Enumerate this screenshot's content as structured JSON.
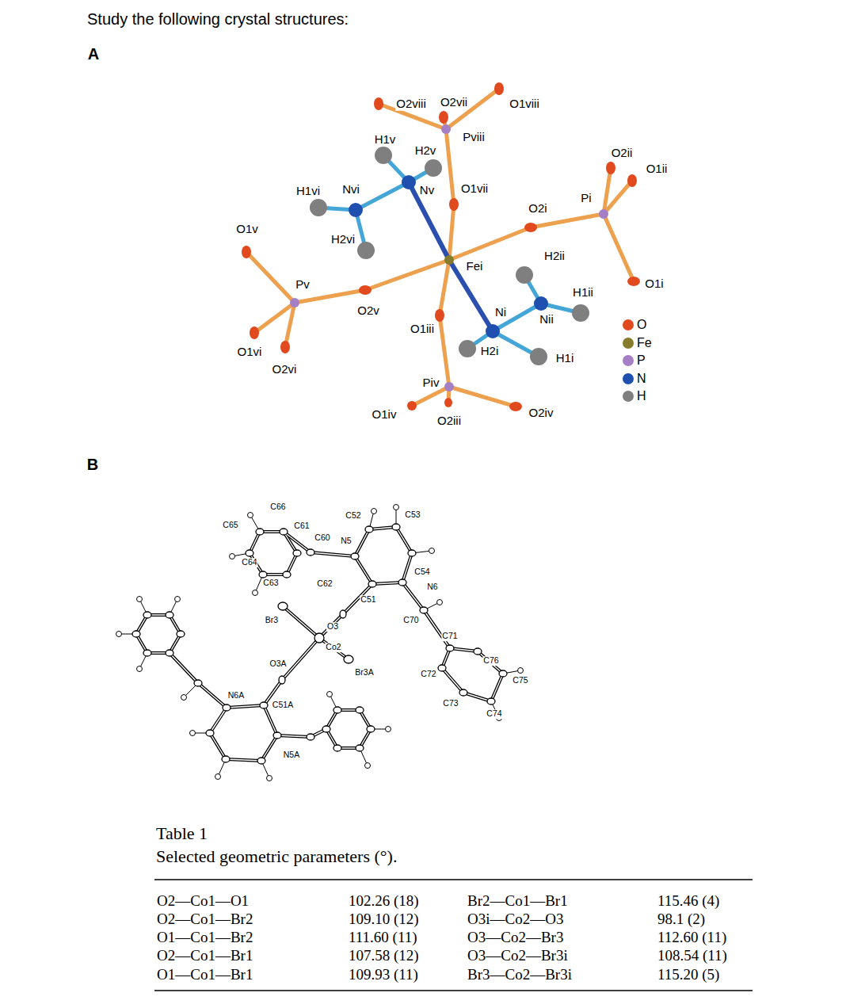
{
  "diagram": {
    "title": "Study the following crystal structures:",
    "labels": [
      "A",
      "B",
      "O2viii",
      "O2vii",
      "O1viii",
      "Pviii",
      "H1v",
      "H2v",
      "O2ii",
      "O1ii",
      "H1vi",
      "Nvi",
      "Nv",
      "O1vii",
      "O2i",
      "Pi",
      "O1v",
      "H2vi",
      "Fei",
      "H2ii",
      "Pv",
      "O1i",
      "H1ii",
      "Ni",
      "Nii",
      "O2v",
      "O1iii",
      "O1vi",
      "O2vi",
      "H2i",
      "H1i",
      "Piv",
      "O1iv",
      "O2iii",
      "O2iv",
      "C66",
      "C65",
      "C61",
      "C60",
      "N5",
      "C52",
      "C53",
      "C64",
      "C63",
      "C62",
      "C54",
      "N6",
      "C51",
      "Br3",
      "O3",
      "C70",
      "C71",
      "Co2",
      "O3A",
      "Br3A",
      "C72",
      "C76",
      "C75",
      "N6A",
      "C51A",
      "C73",
      "C74",
      "N5A",
      "Table 1",
      "Selected geometric parameters (°).",
      "O2—Co1—O1",
      "102.26 (18)",
      "Br2—Co1—Br1",
      "115.46 (4)",
      "O2—Co1—Br2",
      "109.10 (12)",
      "O3i—Co2—O3",
      "98.1 (2)",
      "O1—Co1—Br2",
      "111.60 (11)",
      "O3—Co2—Br3",
      "112.60 (11)",
      "O2—Co1—Br1",
      "107.58 (12)",
      "O3—Co2—Br3i",
      "108.54 (11)",
      "O1—Co1—Br1",
      "109.93 (11)",
      "Br3—Co2—Br3i",
      "115.20 (5)"
    ],
    "legend": [
      {
        "text": "O",
        "color": "#e04a1e"
      },
      {
        "text": "Fe",
        "color": "#867c2c"
      },
      {
        "text": "P",
        "color": "#a680c4"
      },
      {
        "text": "N",
        "color": "#1f50b0"
      },
      {
        "text": "H",
        "color": "#7f7f7f"
      }
    ]
  }
}
